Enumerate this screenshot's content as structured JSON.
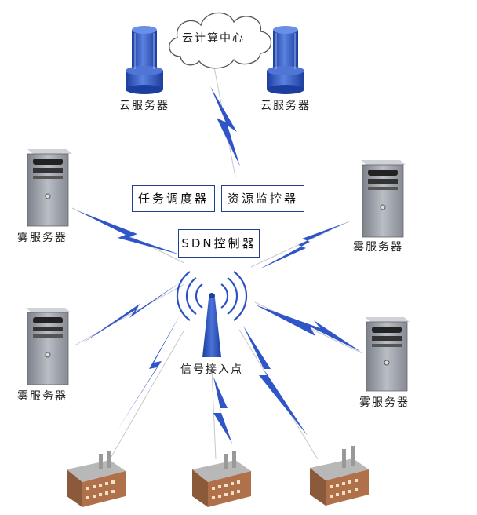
{
  "cloud": {
    "label": "云计算中心"
  },
  "cloud_servers": [
    {
      "label": "云服务器"
    },
    {
      "label": "云服务器"
    }
  ],
  "control_boxes": {
    "task_scheduler": "任务调度器",
    "resource_monitor": "资源监控器",
    "sdn_controller": "SDN控制器"
  },
  "fog_servers": [
    {
      "label": "雾服务器"
    },
    {
      "label": "雾服务器"
    },
    {
      "label": "雾服务器"
    },
    {
      "label": "雾服务器"
    }
  ],
  "access_point": {
    "label": "信号接入点"
  },
  "colors": {
    "lightning": "#2f55c8",
    "tower": "#2a52c4",
    "box_border": "#1f3f8f"
  },
  "icons": {
    "cloud": "cloud-icon",
    "cloud_server": "cylinder-server-icon",
    "fog_server": "tower-server-icon",
    "access_point": "signal-tower-icon",
    "factory": "factory-icon"
  },
  "factories_count_note": ""
}
